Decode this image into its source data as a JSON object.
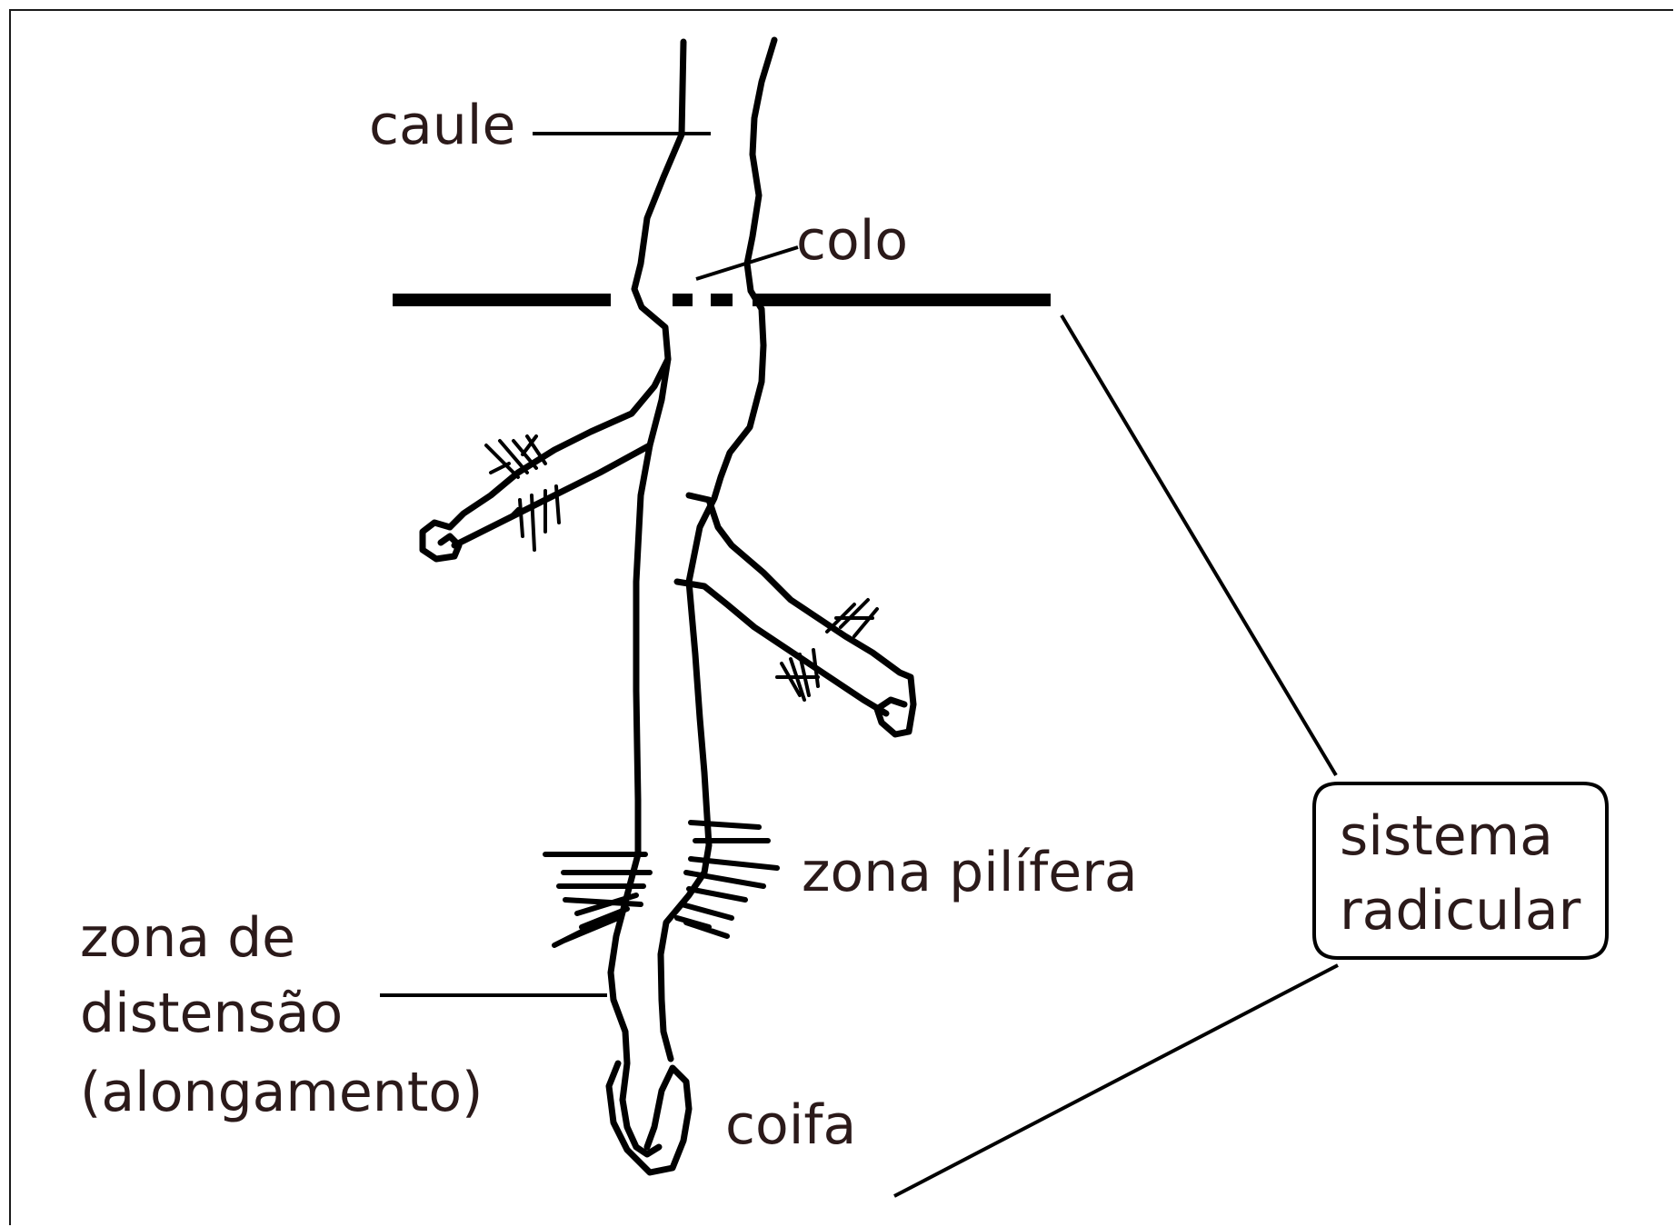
{
  "diagram": {
    "labels": {
      "caule": "caule",
      "colo": "colo",
      "zona_pilifera": "zona pilífera",
      "zona_de_distensao_1": "zona de",
      "zona_de_distensao_2": "distensão",
      "zona_de_distensao_3": "(alongamento)",
      "coifa": "coifa",
      "sistema_radicular_1": "sistema",
      "sistema_radicular_2": "radicular"
    }
  }
}
